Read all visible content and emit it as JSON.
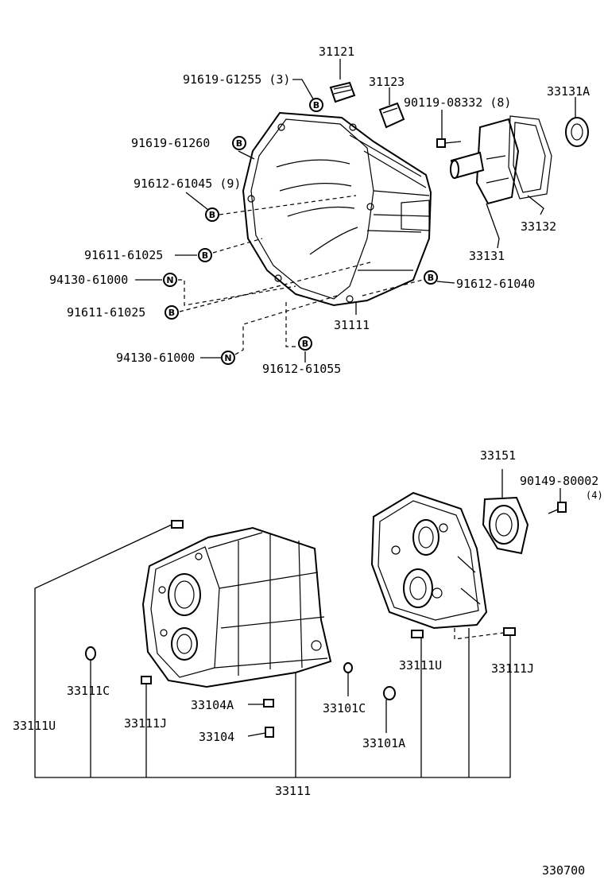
{
  "diagram": {
    "figure_id": "330700",
    "upper_assembly": {
      "labels": {
        "p31121": "31121",
        "p91619_g1255": "91619-G1255 (3)",
        "p31123": "31123",
        "p90119": "90119-08332 (8)",
        "p33131a": "33131A",
        "p91619_61260": "91619-61260",
        "p91612_61045": "91612-61045 (9)",
        "p91611_61025_a": "91611-61025",
        "p94130_61000_a": "94130-61000",
        "p91611_61025_b": "91611-61025",
        "p91612_61040": "91612-61040",
        "p31111": "31111",
        "p94130_61000_b": "94130-61000",
        "p91612_61055": "91612-61055",
        "p33132": "33132",
        "p33131": "33131"
      },
      "badge_letters": {
        "bolt": "B",
        "nut": "N"
      }
    },
    "lower_assembly": {
      "labels": {
        "p33151": "33151",
        "p90149": "90149-80002",
        "p90149_qty": "(4)",
        "p33111u_right": "33111U",
        "p33111j_right": "33111J",
        "p33111c": "33111C",
        "p33111u_left": "33111U",
        "p33111j_left": "33111J",
        "p33104a": "33104A",
        "p33104": "33104",
        "p33101c": "33101C",
        "p33101a": "33101A",
        "p33111": "33111"
      }
    }
  }
}
